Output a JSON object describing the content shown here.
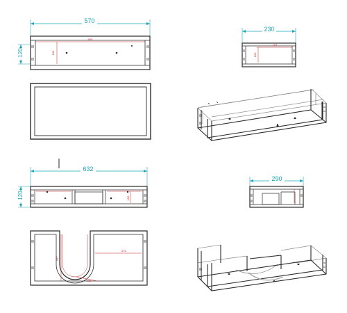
{
  "dimensions": {
    "top_front_width": "570",
    "top_front_height": "120",
    "top_front_inner_width": "600",
    "top_front_inner_height": "100",
    "top_side_width": "230",
    "top_side_inner_width": "207",
    "top_side_inner_height": "100",
    "mid_front_width": "632",
    "mid_front_height": "120",
    "mid_front_inner_height": "100",
    "mid_side_width": "290",
    "cutout_depth": "207",
    "cutout_width": "374",
    "cutout_radius": "100"
  },
  "colors": {
    "line": "#2a2a2a",
    "dimension": "#1aa6b8",
    "annotation": "#c22222",
    "hidden": "#9a9a9a"
  }
}
